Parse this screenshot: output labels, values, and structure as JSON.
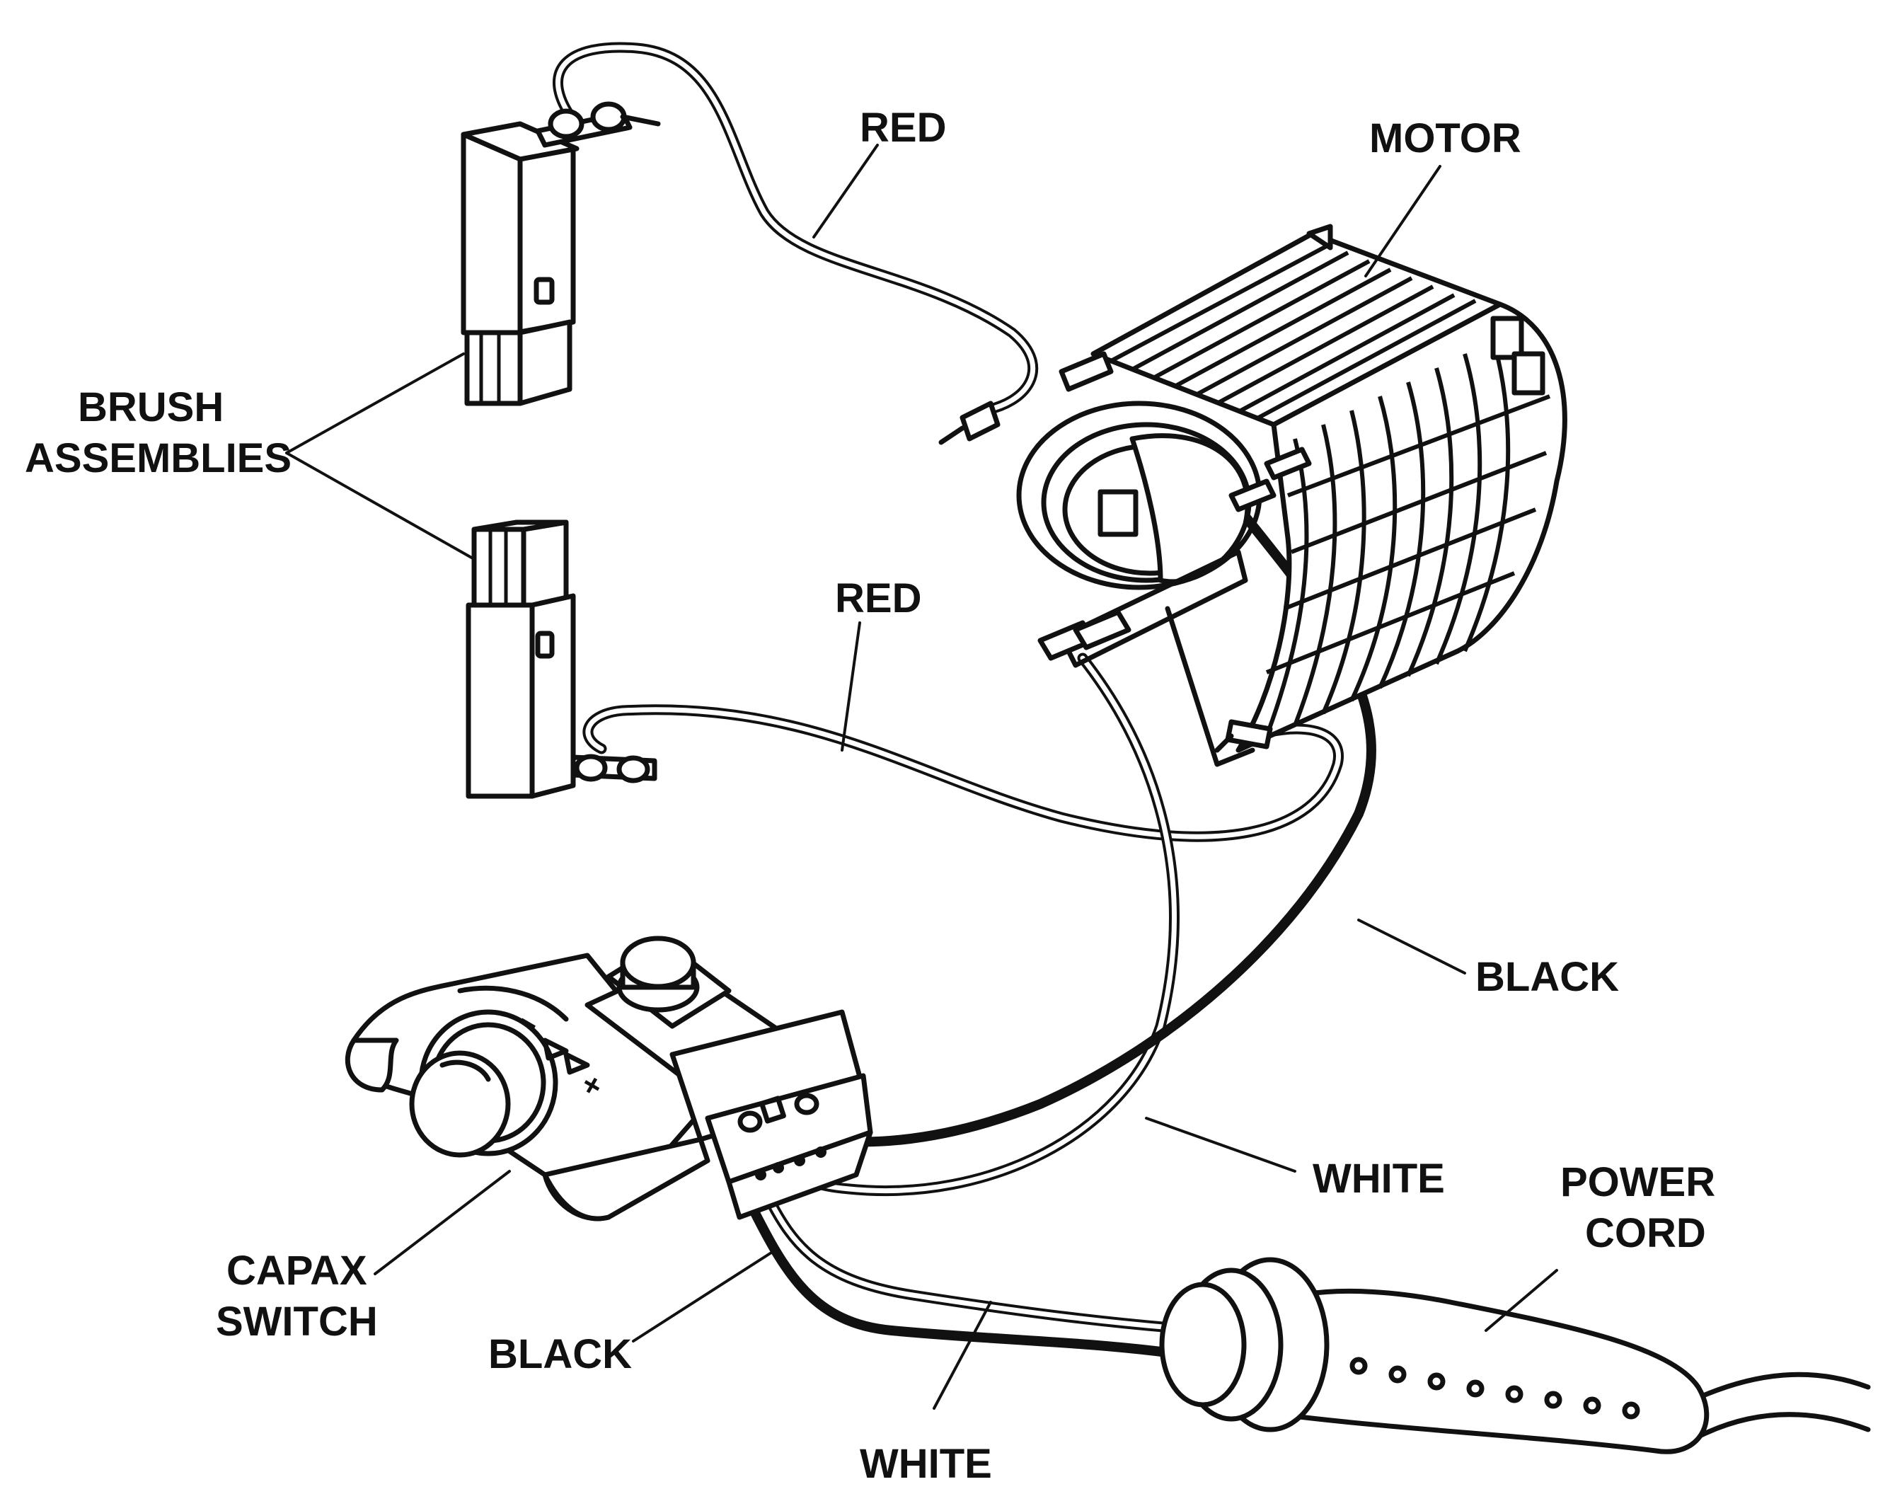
{
  "labels": {
    "red_top": "RED",
    "motor": "MOTOR",
    "brush_line1": "BRUSH",
    "brush_line2": "ASSEMBLIES",
    "red_mid": "RED",
    "black_right": "BLACK",
    "white_right": "WHITE",
    "power_line1": "POWER",
    "power_line2": "CORD",
    "capax_line1": "CAPAX",
    "capax_line2": "SWITCH",
    "black_left": "BLACK",
    "white_bottom": "WHITE"
  },
  "switch_markings": {
    "minus": "–",
    "plus": "+"
  },
  "colors": {
    "ink": "#111111",
    "paper": "#ffffff"
  }
}
